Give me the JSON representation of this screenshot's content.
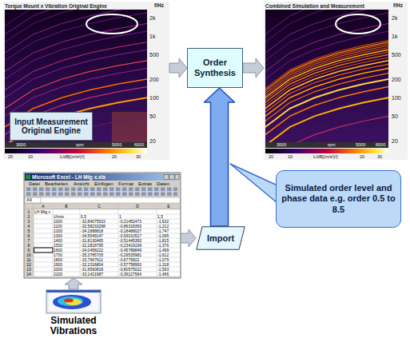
{
  "diagram": {
    "nodes": [
      {
        "text": [
          "Torque Mount x Vibration Original Engine"
        ]
      },
      {
        "text": [
          "Input Measurement Original Engine"
        ],
        "in": 0
      },
      {
        "text": [
          "Order Synthesis"
        ]
      },
      {
        "text": [
          "Combined Simulation and Measurement"
        ]
      },
      {
        "text": [
          "Microsoft Excel - LH Mtg x.xls"
        ]
      },
      {
        "text": [
          "Import"
        ]
      },
      {
        "text": [
          "Simulated order level and phase data e.g. order 0.5 to 8.5"
        ]
      },
      {
        "text": [
          "Simulated Vibrations"
        ]
      }
    ],
    "edges": [
      {
        "from": 0,
        "to": 2,
        "arrow": "to"
      },
      {
        "from": 2,
        "to": 3,
        "arrow": "to"
      },
      {
        "from": 4,
        "to": 5,
        "arrow": "to"
      },
      {
        "from": 5,
        "to": 2,
        "arrow": "to"
      },
      {
        "from": 7,
        "to": 4,
        "arrow": "to"
      }
    ],
    "labels": [
      "f/Hz",
      "2k",
      "1k",
      "500",
      "200",
      "100",
      "50",
      "20",
      "3000",
      "rpm",
      "5000",
      "6000",
      "20",
      "10",
      "L/dB[(m/s²)²]",
      "20",
      "30",
      "f/Hz",
      "2k",
      "1k",
      "500",
      "200",
      "100",
      "50",
      "20",
      "3000",
      "rpm",
      "5000",
      "6000",
      "20",
      "10",
      "L/dB[(m/s²)²]",
      "20",
      "30",
      "Datei",
      "Bearbeiten",
      "Ansicht",
      "Einfügen",
      "Format",
      "Extras",
      "Daten",
      "A9",
      "A",
      "B",
      "C",
      "D",
      "E",
      "1",
      "2",
      "3",
      "4",
      "5",
      "6",
      "7",
      "8",
      "9",
      "10",
      "11",
      "12",
      "13",
      "14",
      "LH Mtg x",
      "U/min",
      "1000",
      "1100",
      "1200",
      "1300",
      "1400",
      "1500",
      "1600",
      "1700",
      "1800",
      "1900",
      "2000",
      "2100",
      "0,5",
      "-32,84075533",
      "-32,58233298",
      "-34,1888818",
      "-34,5549147",
      "-31,8130465",
      "-32,2818795",
      "-34,0458222",
      "-35,3785705",
      "-33,7667611",
      "-32,2316804",
      "-31,6560818",
      "-33,1421987",
      "1",
      "-0,21452473",
      "-0,86318393",
      "-0,18488027",
      "-0,93010517",
      "-0,51445393",
      "-0,23419199",
      "-0,45788849",
      "-0,29535981",
      "-0,6775822",
      "-0,57758993",
      "-0,80575022",
      "-0,39127564",
      "1,5",
      "-1,632",
      "-1,212",
      "-1,747",
      "-1,095",
      "-1,815",
      "-1,376",
      "-1,499",
      "-1,612",
      "-1,079",
      "-1,318",
      "-1,593",
      "-1,466"
    ]
  }
}
